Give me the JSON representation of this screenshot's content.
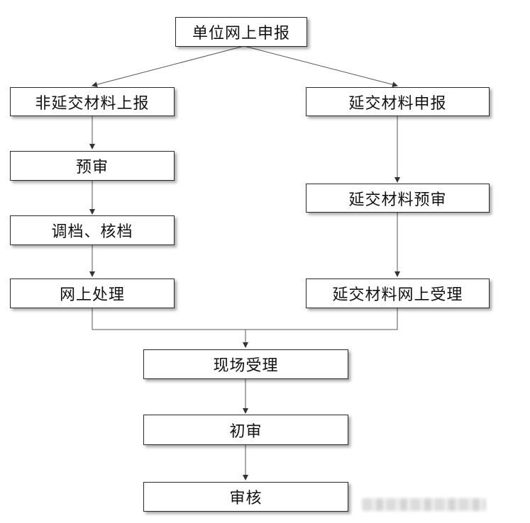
{
  "nodes": {
    "unit_apply": "单位网上申报",
    "non_delay_report": "非延交材料上报",
    "pre_review": "预审",
    "transfer_check": "调档、核档",
    "online_process": "网上处理",
    "delay_apply": "延交材料申报",
    "delay_pre_review": "延交材料预审",
    "delay_online_accept": "延交材料网上受理",
    "onsite_accept": "现场受理",
    "first_review": "初审",
    "final_review": "审核"
  }
}
